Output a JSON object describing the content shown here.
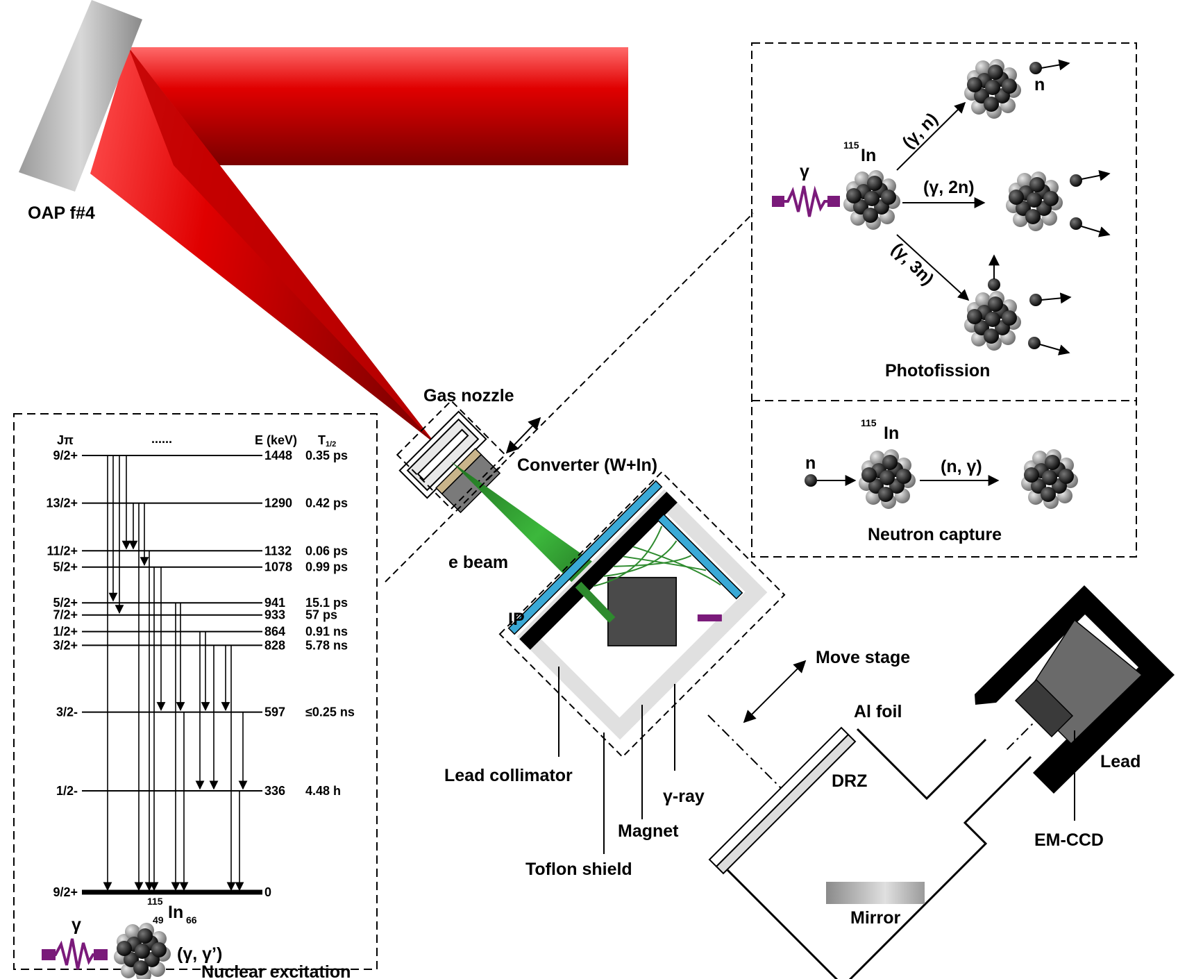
{
  "colors": {
    "laser_red": "#d40000",
    "e_beam_green": "#2e8b2e",
    "image_plate_blue": "#3aa9d6",
    "gamma_purple": "#7a1a7a",
    "shield_grey": "#e0e0e0",
    "magnet_grey": "#4a4a4a"
  },
  "setup": {
    "oap_label": "OAP f#4",
    "gas_nozzle": "Gas nozzle",
    "converter": "Converter (W+In)",
    "e_beam": "e beam",
    "ip": "IP",
    "move_stage": "Move stage",
    "lead_collimator": "Lead collimator",
    "toflon_shield": "Toflon shield",
    "magnet": "Magnet",
    "gamma_ray": "γ-ray",
    "al_foil": "Al foil",
    "drz": "DRZ",
    "lead": "Lead",
    "em_ccd": "EM-CCD",
    "mirror": "Mirror"
  },
  "photofission_panel": {
    "gamma": "γ",
    "isotope_mass": "115",
    "isotope_symbol": "In",
    "reaction_1": "(γ, n)",
    "reaction_2": "(γ, 2n)",
    "reaction_3": "(γ, 3n)",
    "neutron": "n",
    "title": "Photofission"
  },
  "capture_panel": {
    "isotope_mass": "115",
    "isotope_symbol": "In",
    "neutron": "n",
    "reaction": "(n, γ)",
    "title": "Neutron capture"
  },
  "level_scheme": {
    "col_jpi": "Jπ",
    "col_dots": "......",
    "col_energy": "E (keV)",
    "col_halflife_base": "T",
    "col_halflife_sub": "1/2",
    "levels": [
      {
        "jpi": "9/2+",
        "energy": "1448",
        "halflife": "0.35 ps"
      },
      {
        "jpi": "13/2+",
        "energy": "1290",
        "halflife": "0.42 ps"
      },
      {
        "jpi": "11/2+",
        "energy": "1132",
        "halflife": "0.06 ps"
      },
      {
        "jpi": "5/2+",
        "energy": "1078",
        "halflife": "0.99 ps"
      },
      {
        "jpi": "5/2+",
        "energy": "941",
        "halflife": "15.1 ps"
      },
      {
        "jpi": "7/2+",
        "energy": "933",
        "halflife": "57 ps"
      },
      {
        "jpi": "1/2+",
        "energy": "864",
        "halflife": "0.91 ns"
      },
      {
        "jpi": "3/2+",
        "energy": "828",
        "halflife": "5.78 ns"
      },
      {
        "jpi": "3/2-",
        "energy": "597",
        "halflife": "≤0.25 ns"
      },
      {
        "jpi": "1/2-",
        "energy": "336",
        "halflife": "4.48 h"
      },
      {
        "jpi": "9/2+",
        "energy": "0",
        "halflife": ""
      }
    ],
    "nucleus_mass": "115",
    "nucleus_z": "49",
    "nucleus_symbol": "In",
    "nucleus_n": "66",
    "gamma": "γ",
    "reaction": "(γ, γ’)",
    "title": "Nuclear excitation"
  }
}
